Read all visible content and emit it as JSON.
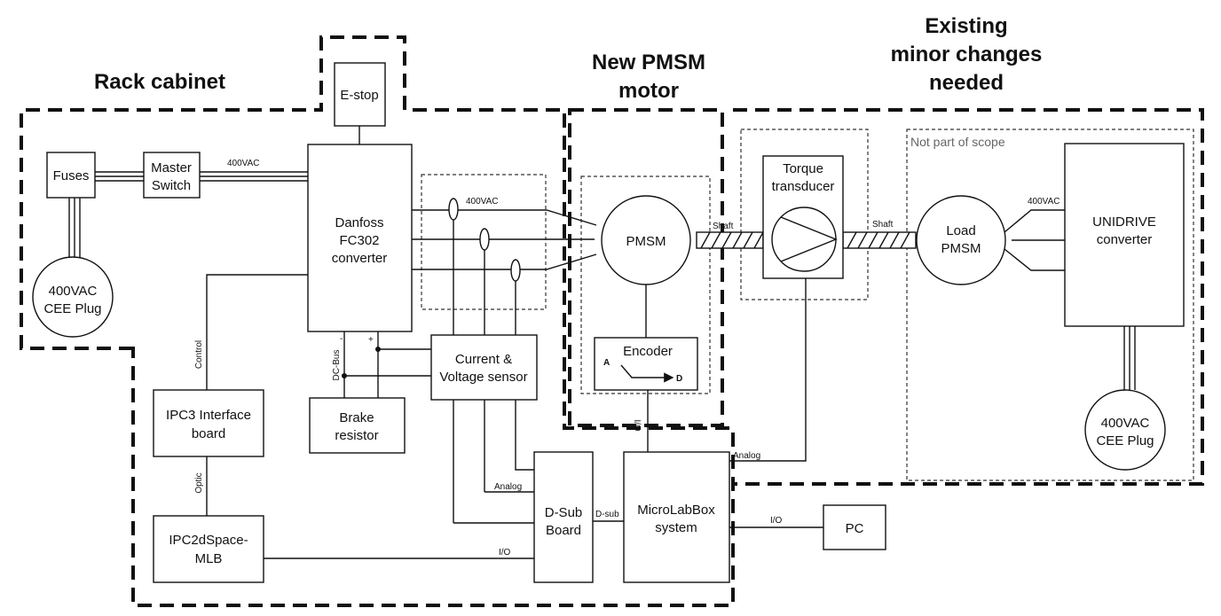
{
  "regions": {
    "rack": "Rack cabinet",
    "motor_line1": "New PMSM",
    "motor_line2": "motor",
    "existing_line1": "Existing",
    "existing_line2": "minor changes",
    "existing_line3": "needed",
    "scope": "Not part of scope"
  },
  "blocks": {
    "estop": "E-stop",
    "fuses": "Fuses",
    "master1": "Master",
    "master2": "Switch",
    "plug1a": "400VAC",
    "plug1b": "CEE Plug",
    "danfoss1": "Danfoss",
    "danfoss2": "FC302",
    "danfoss3": "converter",
    "cvs1": "Current &",
    "cvs2": "Voltage sensor",
    "brake1": "Brake",
    "brake2": "resistor",
    "ipc3a": "IPC3 Interface",
    "ipc3b": "board",
    "ipc2a": "IPC2dSpace-",
    "ipc2b": "MLB",
    "dsub1": "D-Sub",
    "dsub2": "Board",
    "mlb1": "MicroLabBox",
    "mlb2": "system",
    "pc": "PC",
    "pmsm": "PMSM",
    "encoder": "Encoder",
    "enc_a": "A",
    "enc_d": "D",
    "torque1": "Torque",
    "torque2": "transducer",
    "load1": "Load",
    "load2": "PMSM",
    "unidrive1": "UNIDRIVE",
    "unidrive2": "converter",
    "plug2a": "400VAC",
    "plug2b": "CEE Plug"
  },
  "labels": {
    "vac_top": "400VAC",
    "vac_mid": "400VAC",
    "vac_right": "400VAC",
    "shaft1": "Shaft",
    "shaft2": "Shaft",
    "control": "Control",
    "optic": "Optic",
    "dcbus": "DC-Bus",
    "minus": "-",
    "plus": "+",
    "analog1": "Analog",
    "analog2": "Analog",
    "dsub": "D-sub",
    "io1": "I/O",
    "io2": "I/O",
    "io3": "I/O"
  }
}
